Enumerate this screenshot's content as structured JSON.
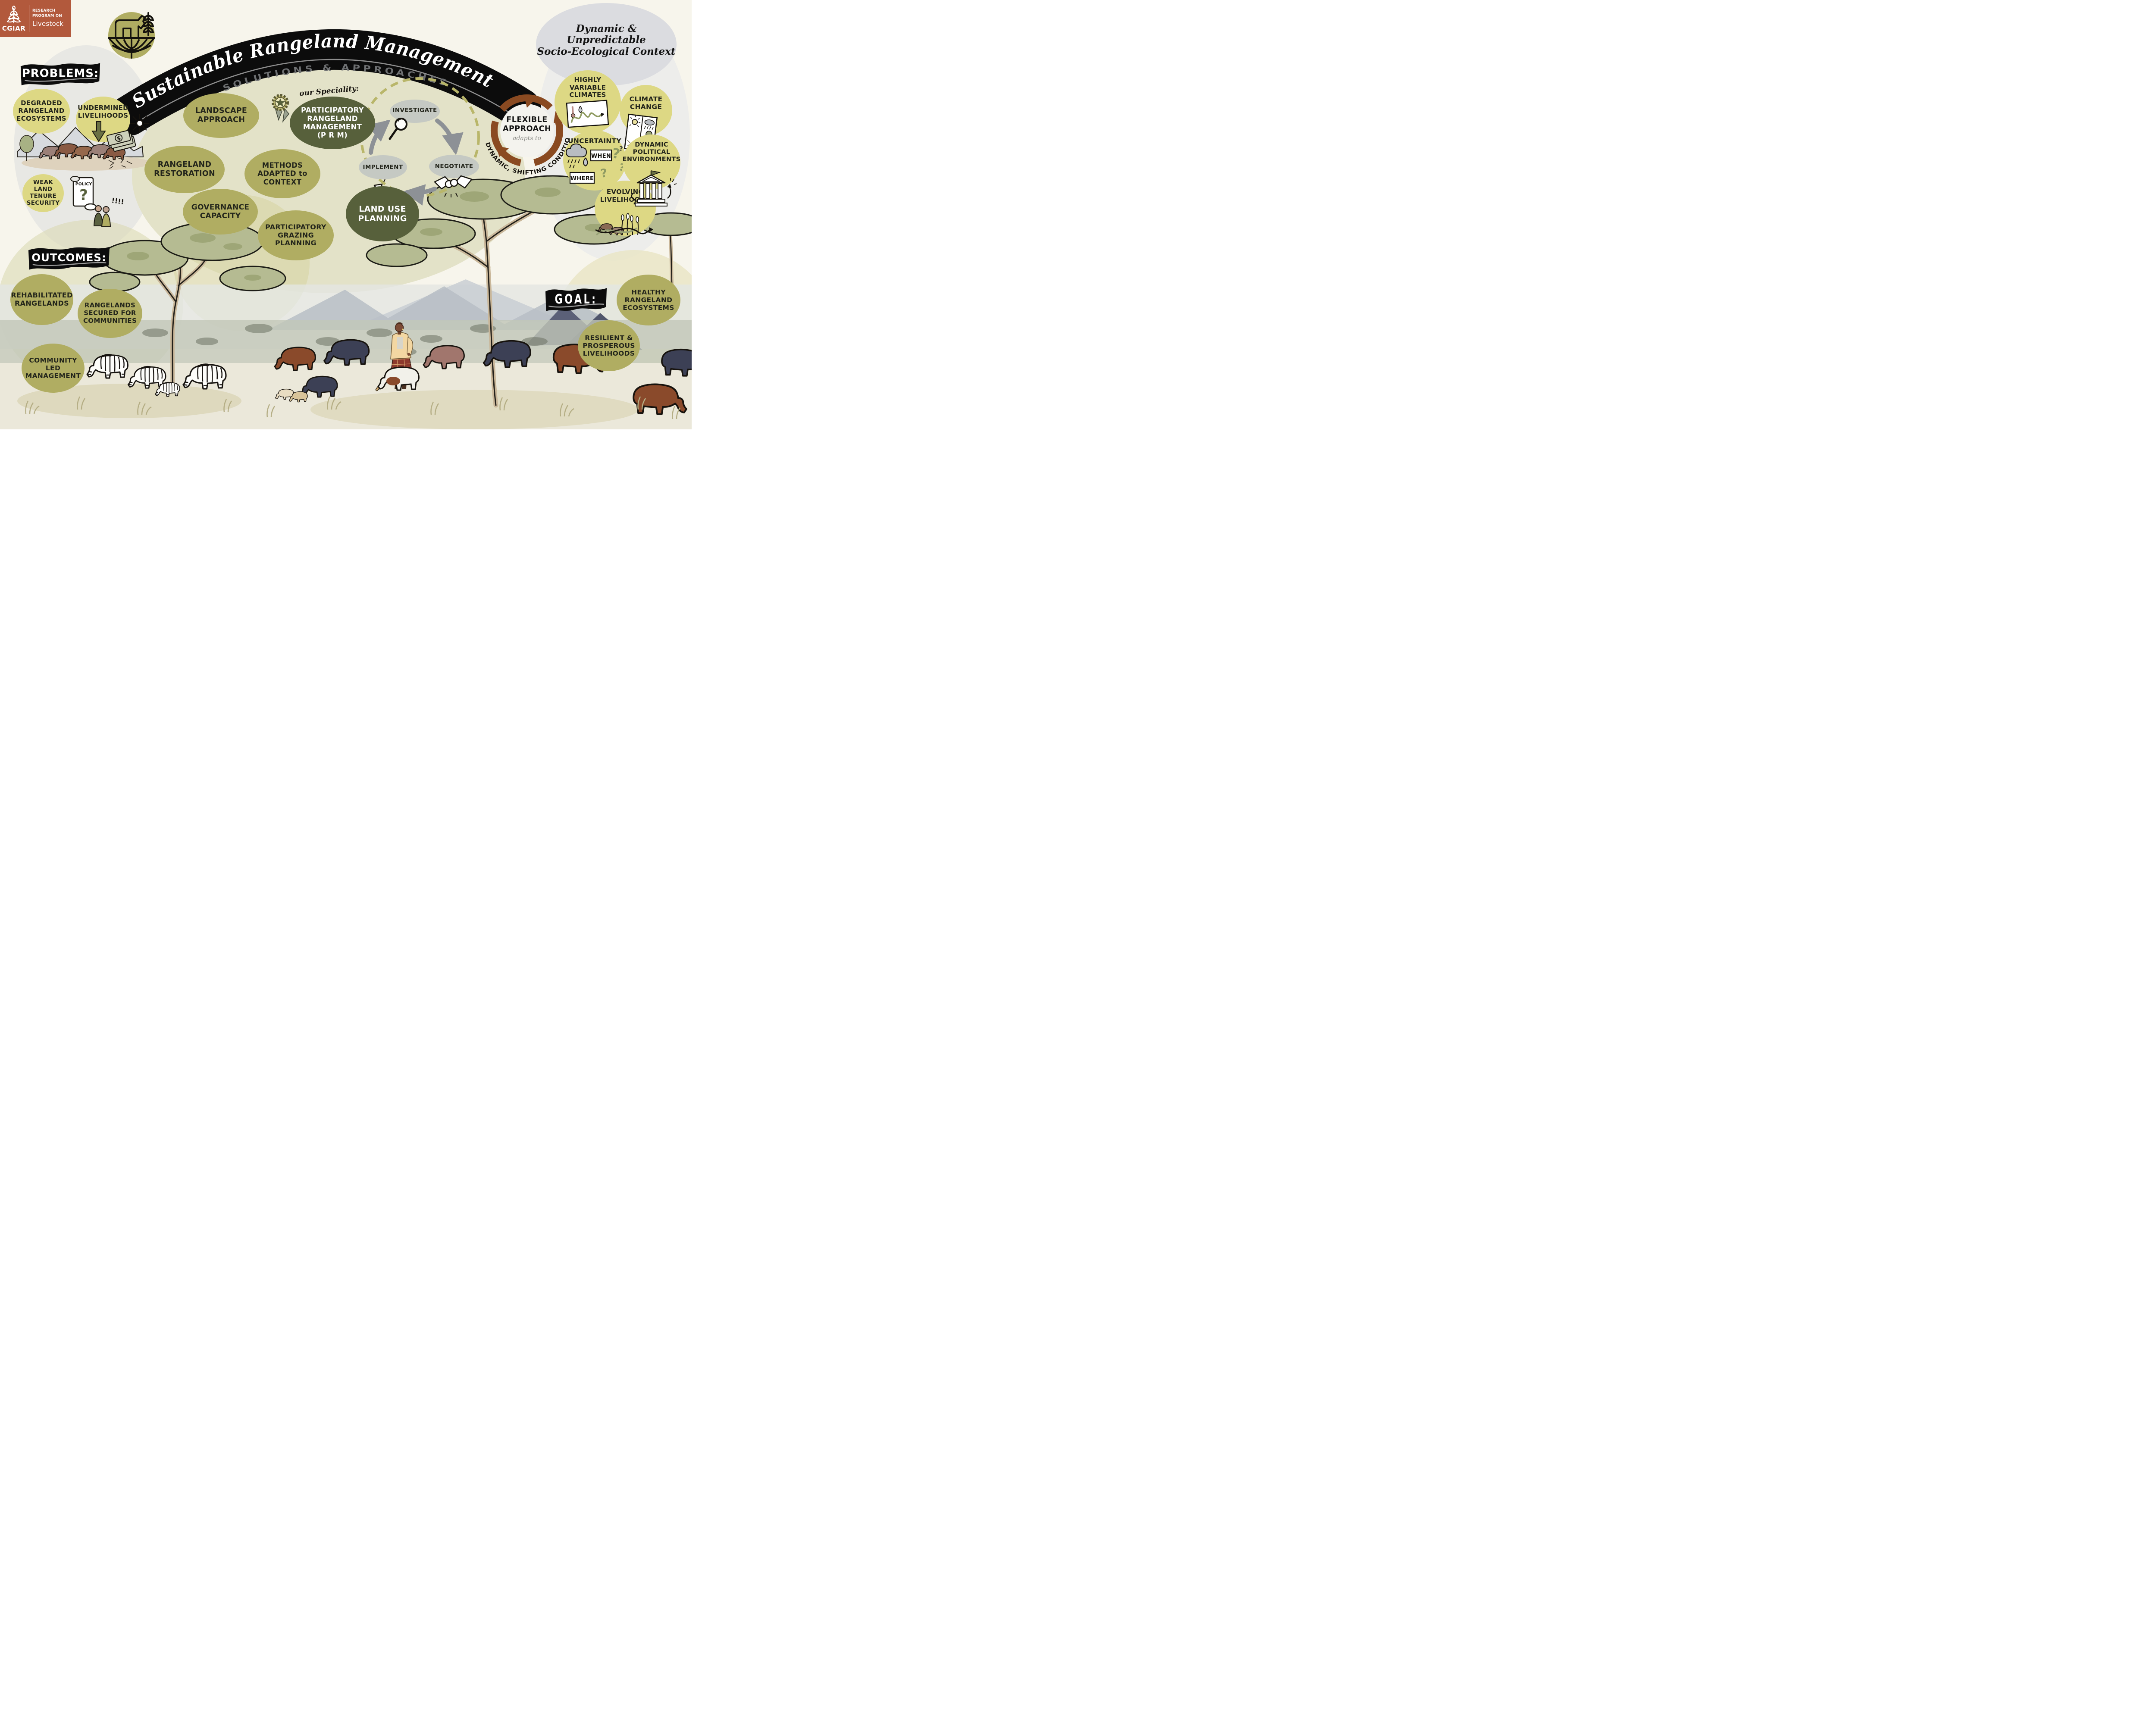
{
  "logo": {
    "org": "CGIAR",
    "line1": "RESEARCH",
    "line2": "PROGRAM ON",
    "line3": "Livestock"
  },
  "header": {
    "title": "Sustainable Rangeland Management",
    "subtitle": "SOLUTIONS & APPROACHES"
  },
  "problems": {
    "heading": "PROBLEMS:",
    "items": [
      "DEGRADED\nRANGELAND\nECOSYSTEMS",
      "UNDERMINED\nLIVELIHOODS",
      "WEAK\nLAND\nTENURE\nSECURITY"
    ],
    "policy_label": "POLICY",
    "policy_question": "?",
    "alarm": "!!!!",
    "money_symbol": "$"
  },
  "solutions": {
    "bubbles": [
      "LANDSCAPE\nAPPROACH",
      "RANGELAND\nRESTORATION",
      "METHODS\nADAPTED to\nCONTEXT",
      "GOVERNANCE\nCAPACITY",
      "PARTICIPATORY\nGRAZING\nPLANNING",
      "LAND USE\nPLANNING"
    ],
    "speciality": {
      "intro": "our Speciality:",
      "label": "PARTICIPATORY\nRANGELAND\nMANAGEMENT\n(P R M)"
    },
    "cycle": [
      "INVESTIGATE",
      "NEGOTIATE",
      "IMPLEMENT"
    ],
    "flexible": {
      "title": "FLEXIBLE\nAPPROACH",
      "note": "adapts to",
      "curve": "DYNAMIC, SHIFTING CONDITIONS"
    }
  },
  "context": {
    "heading": "Dynamic & Unpredictable\nSocio-Ecological Context",
    "items": [
      "HIGHLY\nVARIABLE\nCLIMATES",
      "CLIMATE\nCHANGE",
      "UNCERTAINTY",
      "DYNAMIC\nPOLITICAL\nENVIRONMENTS",
      "EVOLVING\nLIVELIHOODS"
    ],
    "when": "WHEN",
    "where": "WHERE",
    "qmark": "?"
  },
  "outcomes": {
    "heading": "OUTCOMES:",
    "items": [
      "REHABILITATED\nRANGELANDS",
      "RANGELANDS\nSECURED FOR\nCOMMUNITIES",
      "COMMUNITY\nLED\nMANAGEMENT"
    ]
  },
  "goal": {
    "heading": "GOAL:",
    "items": [
      "HEALTHY\nRANGELAND\nECOSYSTEMS",
      "RESILIENT &\nPROSPEROUS\nLIVELIHOODS"
    ]
  },
  "icons": {
    "logo": "wheat-icon",
    "top_center": "livestock-globe-icon",
    "speciality": "award-rosette-icon",
    "investigate": "magnifier-icon",
    "negotiate": "handshake-icon",
    "implement": "action-arrows-icon",
    "flexible": "cycle-arrows-icon",
    "undermined": [
      "down-arrow-icon",
      "money-icon",
      "sun-icon"
    ],
    "weak_tenure": [
      "policy-scroll-icon",
      "people-icon"
    ],
    "highly_variable": "climate-chart-icon",
    "climate_change": "drought-flood-split-icon",
    "uncertainty": [
      "rain-cloud-icon",
      "droplet-icon",
      "question-marks"
    ],
    "dynamic_political": "government-building-icon",
    "evolving_livelihoods": "cattle-crops-arrows-icon"
  },
  "colors": {
    "background": "#f7f5ec",
    "banner_black": "#0c0c0c",
    "olive_bubble": "#b0ad62",
    "dark_green_bubble": "#57603b",
    "pale_olive_field": "#e3e2c8",
    "yellow_circle": "#ddd884",
    "gray_context_circle": "#dbdce0",
    "gray_step": "#c5c9c3",
    "logo_terracotta": "#b2593c",
    "brown_arrow": "#8a4a21",
    "gray_arrow": "#8d9196"
  }
}
